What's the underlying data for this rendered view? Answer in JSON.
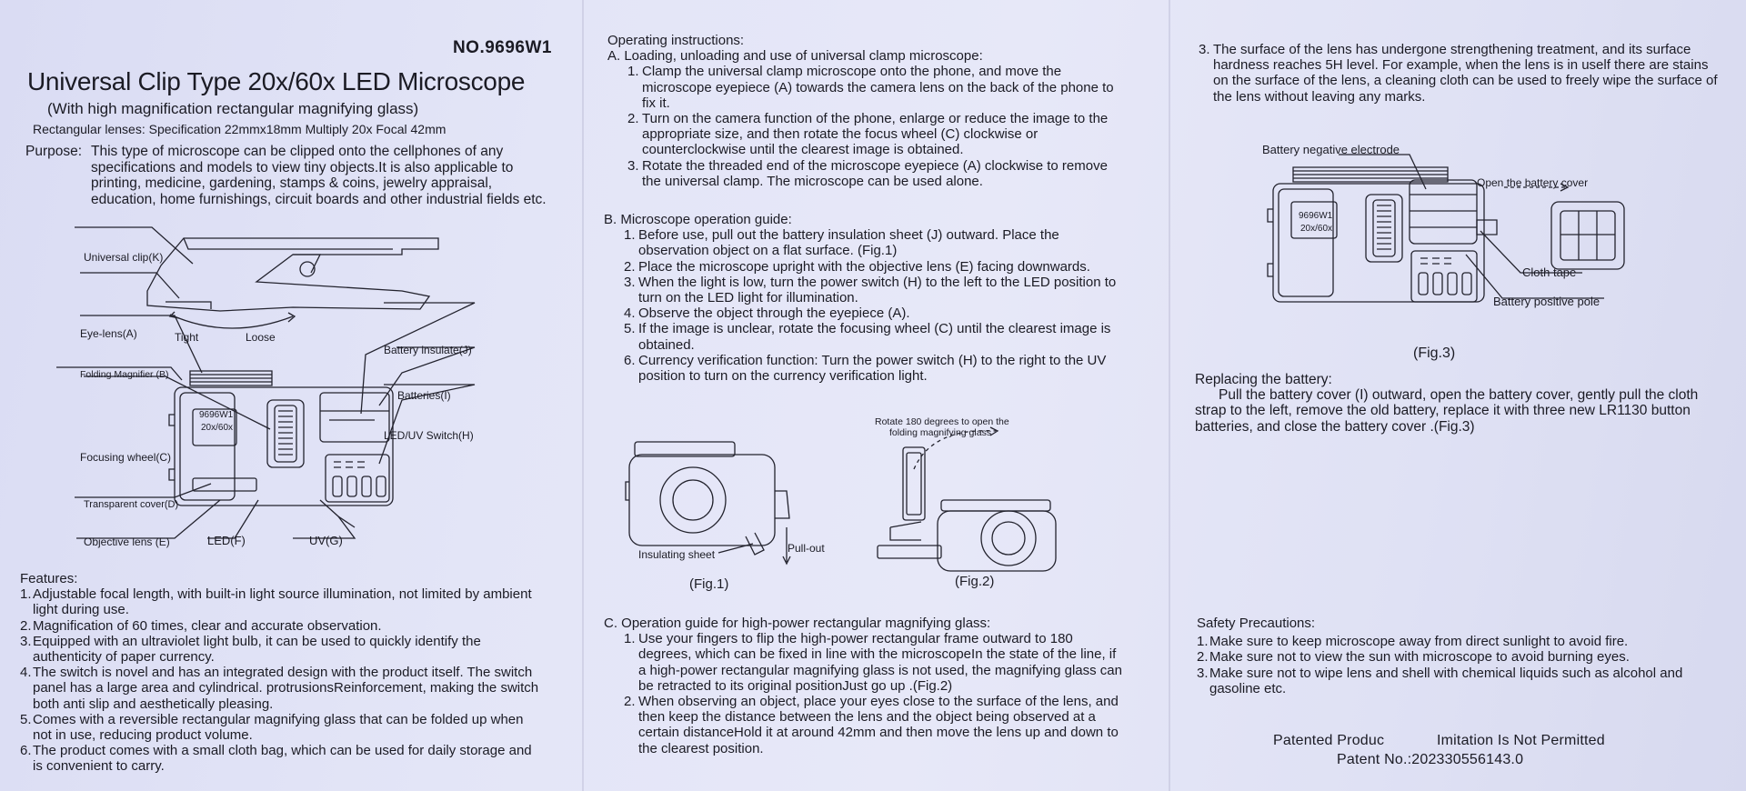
{
  "col1": {
    "model_no": "NO.9696W1",
    "title": "Universal Clip Type 20x/60x LED Microscope",
    "subtitle": "(With high magnification rectangular magnifying glass)",
    "spec": "Rectangular lenses:  Specification 22mmx18mm    Multiply 20x    Focal  42mm",
    "purpose_label": "Purpose:",
    "purpose_text": "This type of microscope can be clipped onto the cellphones of any specifications and models to view tiny objects.It is also applicable to printing, medicine, gardening, stamps & coins, jewelry appraisal, education, home furnishings, circuit boards and other industrial fields etc.",
    "diagram": {
      "universal_clip": "Universal clip(K)",
      "tight": "Tight",
      "loose": "Loose",
      "eye_lens": "Eye-lens(A)",
      "folding_magnifier": "Folding Magnifier (B)",
      "battery_insulate": "Battery insulate(J)",
      "batteries": "Batteries(I)",
      "led_uv_switch": "LED/UV Switch(H)",
      "focusing_wheel": "Focusing wheel(C)",
      "transparent_cover": "Transparent cover(D)",
      "objective_lens": "Objective lens (E)",
      "led": "LED(F)",
      "uv": "UV(G)",
      "device_model": "9696W1",
      "device_mag": "20x/60x"
    },
    "features_head": "Features:",
    "features": [
      {
        "n": "1.",
        "t": "Adjustable focal length, with built-in light source illumination, not limited by ambient light during use."
      },
      {
        "n": "2.",
        "t": "Magnification of 60 times, clear and accurate observation."
      },
      {
        "n": "3.",
        "t": "Equipped with an ultraviolet light bulb, it can be used to quickly identify the authenticity of paper currency."
      },
      {
        "n": "4.",
        "t": "The switch is novel and has an integrated design with the product itself. The switch panel has a large area and cylindrical. protrusionsReinforcement, making the switch both anti slip and aesthetically pleasing."
      },
      {
        "n": "5.",
        "t": "Comes with a reversible rectangular magnifying glass that can be folded up when not in use, reducing product volume."
      },
      {
        "n": "6.",
        "t": "The product comes with a small cloth bag, which can be used for daily storage and is convenient to carry."
      }
    ]
  },
  "col2": {
    "op_head": "Operating instructions:",
    "secA_head": "A. Loading, unloading and use of universal clamp microscope:",
    "secA": [
      {
        "n": "1.",
        "t": "Clamp the universal clamp microscope onto the phone, and move the microscope eyepiece (A) towards the camera lens on the back of the phone to fix it."
      },
      {
        "n": "2.",
        "t": "Turn on the camera function of the phone, enlarge or reduce the image to the appropriate size, and then rotate the focus wheel (C) clockwise or counterclockwise until the clearest image is obtained."
      },
      {
        "n": "3.",
        "t": "Rotate the threaded end of the microscope eyepiece (A) clockwise to remove the universal clamp. The microscope can be used alone."
      }
    ],
    "secB_head": "B. Microscope operation guide:",
    "secB": [
      {
        "n": "1.",
        "t": "Before use, pull out the battery insulation sheet (J) outward. Place the observation object on a flat surface. (Fig.1)"
      },
      {
        "n": "2.",
        "t": "Place the microscope upright with the objective lens (E) facing downwards."
      },
      {
        "n": "3.",
        "t": "When the light is low, turn the power switch (H) to the left to the LED position to turn on the LED light for illumination."
      },
      {
        "n": "4.",
        "t": "Observe the object through the eyepiece (A)."
      },
      {
        "n": "5.",
        "t": "If the image is unclear, rotate the focusing wheel (C) until the clearest image is obtained."
      },
      {
        "n": "6.",
        "t": "Currency verification function: Turn the power switch (H) to the right to the UV position to turn on the currency verification light."
      }
    ],
    "fig1": {
      "insulating_sheet": "Insulating sheet",
      "pull_out": "Pull-out",
      "caption": "(Fig.1)"
    },
    "fig2": {
      "rotate_note_1": "Rotate 180 degrees to open the",
      "rotate_note_2": "folding magnifying glass",
      "caption": "(Fig.2)"
    },
    "secC_head": "C. Operation guide for high-power rectangular magnifying glass:",
    "secC": [
      {
        "n": "1.",
        "t": "Use your fingers to flip the high-power rectangular frame outward to 180 degrees, which can be fixed in line with the microscopeIn the state of the line, if a high-power rectangular magnifying glass is not used, the magnifying glass can be retracted to its original positionJust go up .(Fig.2)"
      },
      {
        "n": "2.",
        "t": "When observing an object, place your eyes close to the surface of the lens, and then keep the distance between the lens and the object being observed at a certain distanceHold it at around 42mm and then move the lens up and down to the clearest position."
      }
    ]
  },
  "col3": {
    "item3": {
      "n": "3.",
      "t": "The surface of the lens has undergone strengthening treatment, and its surface hardness reaches 5H level. For example, when the lens is in uself there are stains on the surface of the lens, a cleaning cloth can be used to freely wipe the surface of the lens without leaving any marks."
    },
    "fig3": {
      "battery_negative": "Battery negative electrode",
      "open_cover": "Open the battery cover",
      "cloth_tape": "Cloth tape",
      "battery_positive": "Battery positive pole",
      "device_model": "9696W1",
      "device_mag": "20x/60x",
      "caption": "(Fig.3)"
    },
    "replace_head": "Replacing the battery:",
    "replace_text": "Pull the battery cover (I) outward, open the battery cover, gently pull the cloth strap to the left, remove the old battery, replace it with three new LR1130 button batteries, and close the battery cover .(Fig.3)",
    "safety_head": "Safety Precautions:",
    "safety": [
      {
        "n": "1.",
        "t": "Make sure to keep microscope away from direct sunlight  to avoid fire."
      },
      {
        "n": "2.",
        "t": "Make sure not to view the sun with microscope to avoid burning eyes."
      },
      {
        "n": "3.",
        "t": "Make sure not to wipe lens and shell with chemical liquids such as alcohol and gasoline etc."
      }
    ],
    "patented": "Patented Produc",
    "imitation": "Imitation Is Not Permitted",
    "patent_no": "Patent  No.:202330556143.0"
  }
}
